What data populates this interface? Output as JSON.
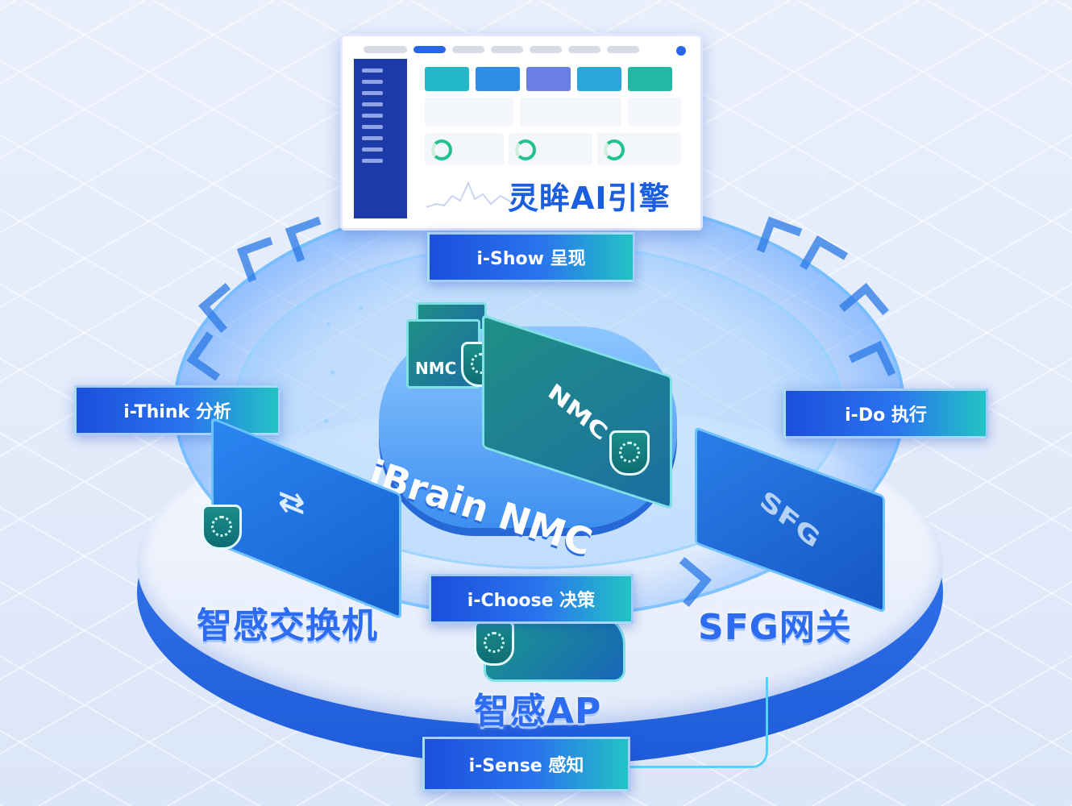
{
  "dashboard": {
    "title": "灵眸AI引擎"
  },
  "core": {
    "cloud_label": "iBrain NMC",
    "server_small_label": "NMC",
    "server_large_label": "NMC"
  },
  "stages": {
    "show": "i-Show 呈现",
    "think": "i-Think 分析",
    "do": "i-Do 执行",
    "choose": "i-Choose 决策",
    "sense": "i-Sense  感知"
  },
  "devices": {
    "switch": "智感交换机",
    "gateway": "SFG网关",
    "gateway_badge": "SFG",
    "ap": "智感AP"
  },
  "colors": {
    "primary": "#2d6cf0",
    "accent": "#22c3c4",
    "dark": "#1c3aa8"
  }
}
